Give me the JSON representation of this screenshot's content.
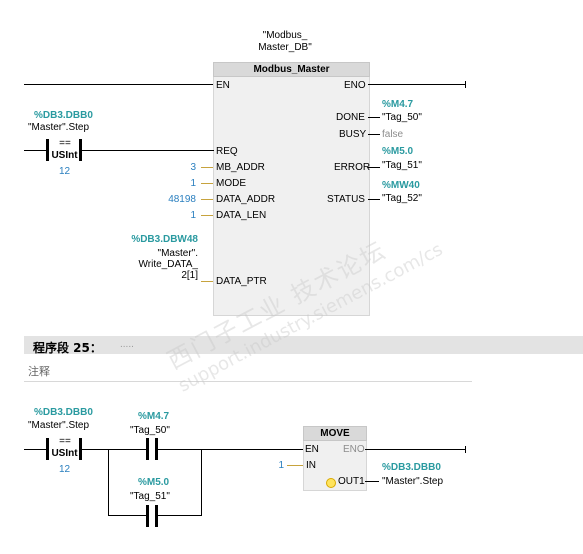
{
  "network24": {
    "db_name": "\"Modbus_\nMaster_DB\"",
    "block": {
      "title": "Modbus_Master",
      "pins_in": [
        "EN",
        "REQ",
        "MB_ADDR",
        "MODE",
        "DATA_ADDR",
        "DATA_LEN",
        "DATA_PTR"
      ],
      "pins_out": [
        "ENO",
        "DONE",
        "BUSY",
        "ERROR",
        "STATUS"
      ]
    },
    "compare": {
      "address": "%DB3.DBB0",
      "name": "\"Master\".Step",
      "operator": "==",
      "type": "USInt",
      "value": "12"
    },
    "inputs": {
      "mb_addr": "3",
      "mode": "1",
      "data_addr": "48198",
      "data_len": "1",
      "data_ptr_addr": "%DB3.DBW48",
      "data_ptr_name1": "\"Master\".",
      "data_ptr_name2": "Write_DATA_",
      "data_ptr_name3": "2[1]"
    },
    "outputs": {
      "done_addr": "%M4.7",
      "done_name": "\"Tag_50\"",
      "busy_value": "false",
      "error_addr": "%M5.0",
      "error_name": "\"Tag_51\"",
      "status_addr": "%MW40",
      "status_name": "\"Tag_52\""
    }
  },
  "network25": {
    "title": "程序段 25：",
    "dots": ".....",
    "comment": "注释",
    "compare": {
      "address": "%DB3.DBB0",
      "name": "\"Master\".Step",
      "operator": "==",
      "type": "USInt",
      "value": "12"
    },
    "contact1": {
      "address": "%M4.7",
      "name": "\"Tag_50\""
    },
    "contact2": {
      "address": "%M5.0",
      "name": "\"Tag_51\""
    },
    "move": {
      "title": "MOVE",
      "en": "EN",
      "eno": "ENO",
      "in_label": "IN",
      "in_value": "1",
      "out_label": "OUT1",
      "out_address": "%DB3.DBB0",
      "out_name": "\"Master\".Step"
    }
  },
  "watermark": {
    "line1": "西门子工业 技术论坛",
    "line2": "support.industry.siemens.com/cs"
  }
}
